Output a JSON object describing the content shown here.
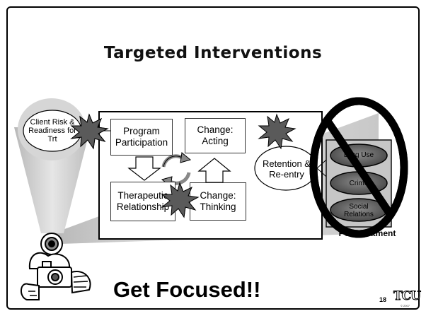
{
  "slide": {
    "title": "Targeted Interventions",
    "client_risk_label": "Client Risk & Readiness for Trt",
    "program_participation": "Program Participation",
    "change_acting": "Change: Acting",
    "therapeutic_relationship": "Therapeutic Relationship",
    "change_thinking": "Change: Thinking",
    "retention_reentry": "Retention & Re-entry",
    "posttreatment_label": "Posttreatment",
    "outcomes": [
      {
        "label": "Drug Use"
      },
      {
        "label": "Crime"
      },
      {
        "label": "Social Relations"
      }
    ],
    "tagline": "Get Focused!!",
    "page_number": "18",
    "logo_text": "TCU",
    "logo_sub": "© 2007"
  },
  "colors": {
    "beam_gray": "#c9c9c9",
    "starburst": "#555555",
    "prohibit_red": "#000000",
    "outcome_oval": "#666666"
  },
  "icons": {
    "photographer": "camera-person-icon",
    "cycle": "cycle-arrows-icon",
    "prohibition": "prohibition-sign-icon"
  }
}
